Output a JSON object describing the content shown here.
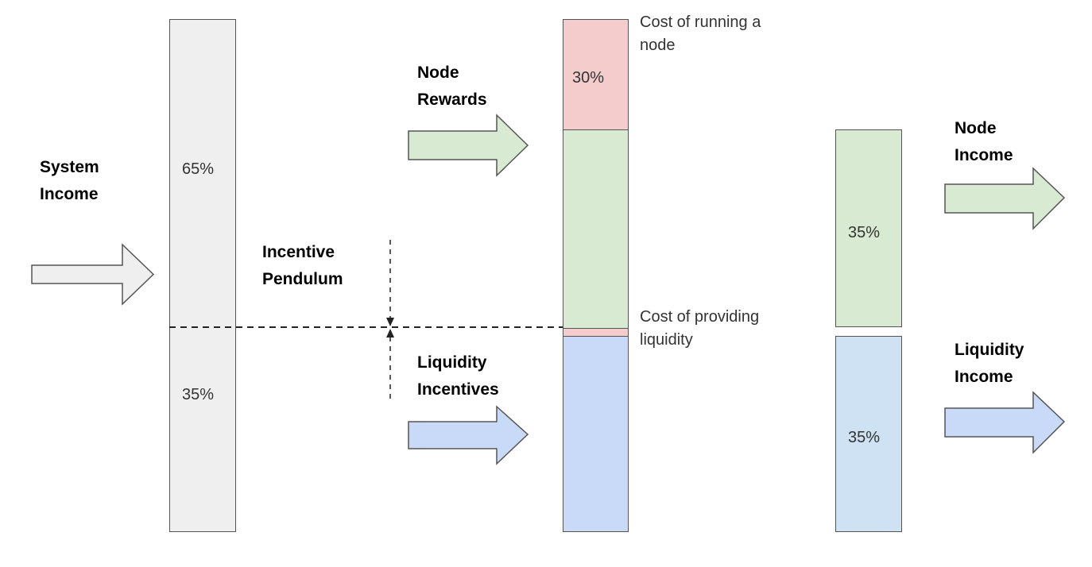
{
  "system_income": {
    "label_line1": "System",
    "label_line2": "Income",
    "top_pct": "65%",
    "bottom_pct": "35%"
  },
  "incentive_pendulum": {
    "line1": "Incentive",
    "line2": "Pendulum"
  },
  "node_rewards": {
    "line1": "Node",
    "line2": "Rewards"
  },
  "liquidity_incentives": {
    "line1": "Liquidity",
    "line2": "Incentives"
  },
  "middle_bar": {
    "node_cost_pct": "30%"
  },
  "cost_node": {
    "line1": "Cost of running a",
    "line2": "node"
  },
  "cost_liquidity": {
    "line1": "Cost of providing",
    "line2": "liquidity"
  },
  "node_income": {
    "line1": "Node",
    "line2": "Income",
    "pct": "35%"
  },
  "liquidity_income": {
    "line1": "Liquidity",
    "line2": "Income",
    "pct": "35%"
  },
  "colors": {
    "grey_fill": "#efefef",
    "red_fill": "#f4cccc",
    "green_fill": "#d9ead3",
    "blue_fill": "#c9daf8",
    "light_blue_fill": "#cfe2f3",
    "border": "#555555"
  }
}
